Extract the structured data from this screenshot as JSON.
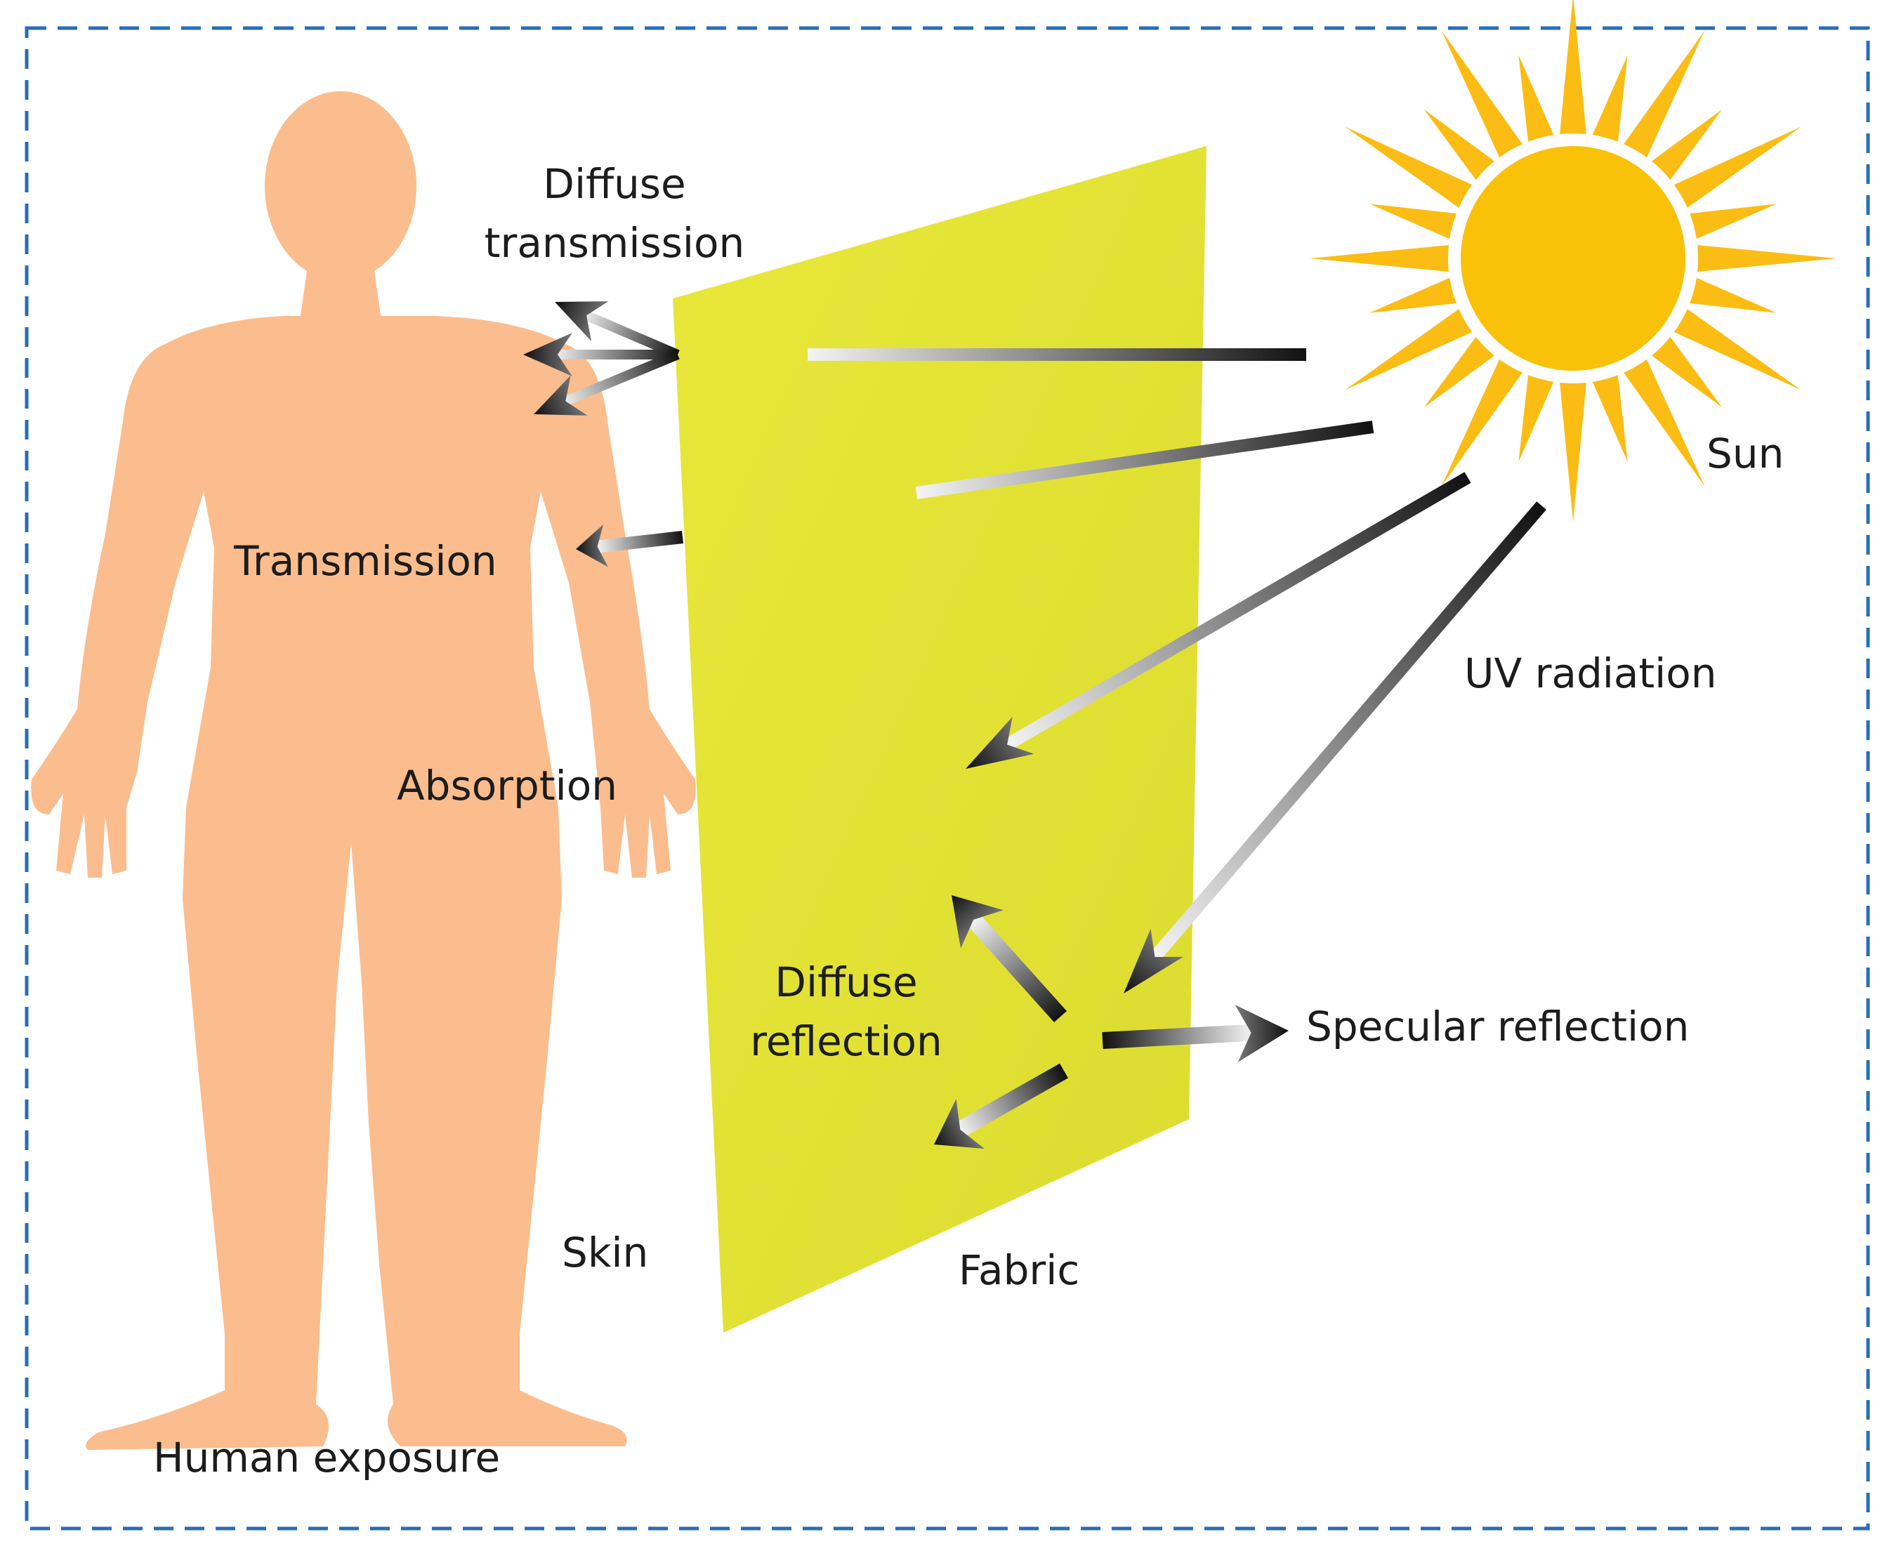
{
  "colors": {
    "frame": "#2a6db8",
    "skin": "#fbbd8d",
    "fabric": "#e3e236",
    "sun_core": "#f9c108",
    "sun_rays": "#fbbd13",
    "text": "#1c1c1c"
  },
  "labels": {
    "diffuse_transmission_1": "Diffuse",
    "diffuse_transmission_2": "transmission",
    "transmission": "Transmission",
    "absorption": "Absorption",
    "diffuse_reflection_1": "Diffuse",
    "diffuse_reflection_2": "reflection",
    "skin": "Skin",
    "fabric": "Fabric",
    "human_exposure": "Human exposure",
    "sun": "Sun",
    "uv_radiation": "UV radiation",
    "specular_reflection": "Specular reflection"
  }
}
